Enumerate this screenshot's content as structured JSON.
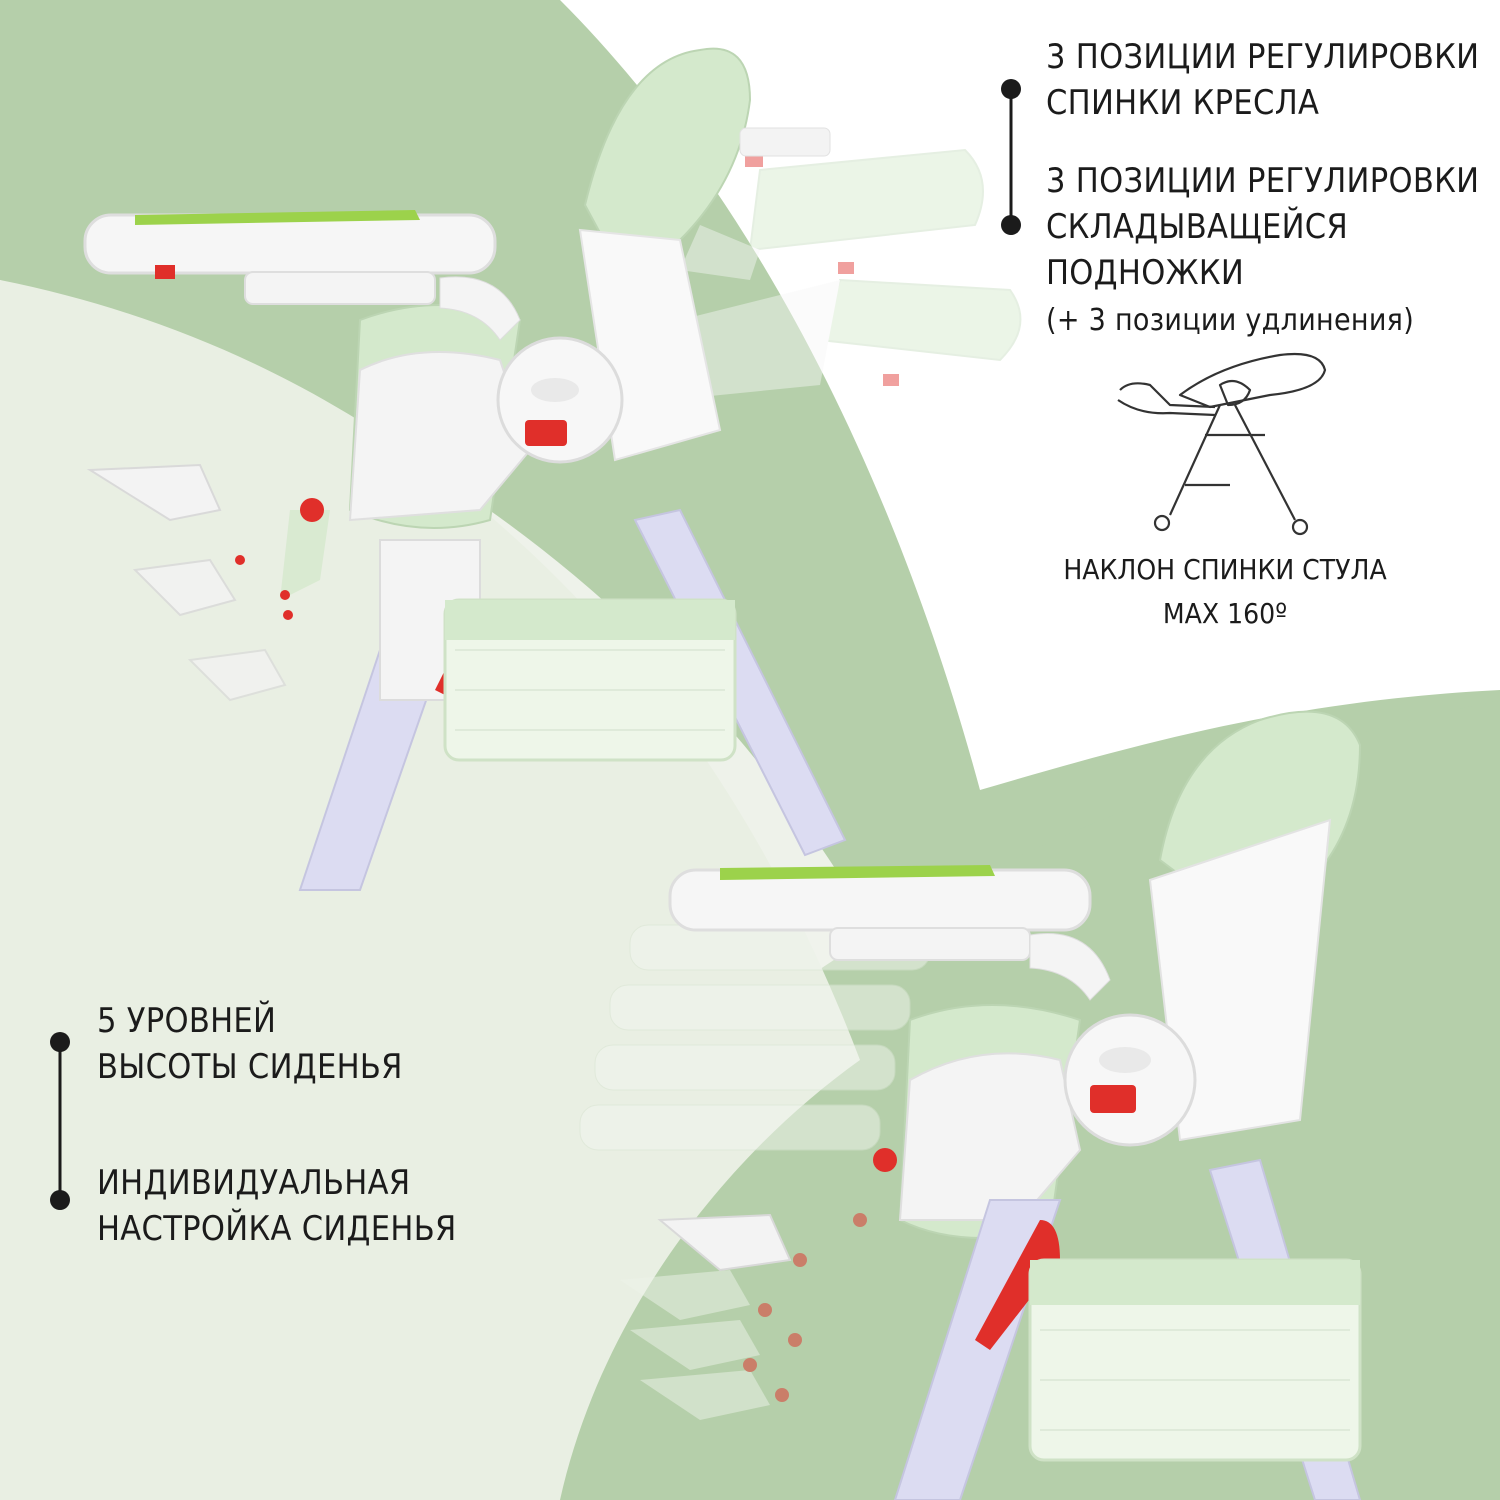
{
  "colors": {
    "band": "#b5cfaa",
    "pale": "#eaf0e5",
    "chair_green": "#d4e9cc",
    "tray_green": "#9cd24b",
    "accent_red": "#e02f2a",
    "frame": "#dcdcf2",
    "text": "#1b1b1b"
  },
  "features_top": [
    {
      "line1": "3 ПОЗИЦИИ РЕГУЛИРОВКИ",
      "line2": "СПИНКИ КРЕСЛА"
    },
    {
      "line1": "3 ПОЗИЦИИ РЕГУЛИРОВКИ",
      "line2": "СКЛАДЫВАЩЕЙСЯ ПОДНОЖКИ",
      "line3": "(+ 3 позиции удлинения)"
    }
  ],
  "recline": {
    "icon": "reclined-highchair-outline-icon",
    "caption_line1": "НАКЛОН СПИНКИ СТУЛА",
    "caption_line2": "MAX 160º"
  },
  "features_bottom": [
    {
      "line1": "5 УРОВНЕЙ",
      "line2": "ВЫСОТЫ СИДЕНЬЯ"
    },
    {
      "line1": "ИНДИВИДУАЛЬНАЯ",
      "line2": "НАСТРОЙКА СИДЕНЬЯ"
    }
  ]
}
